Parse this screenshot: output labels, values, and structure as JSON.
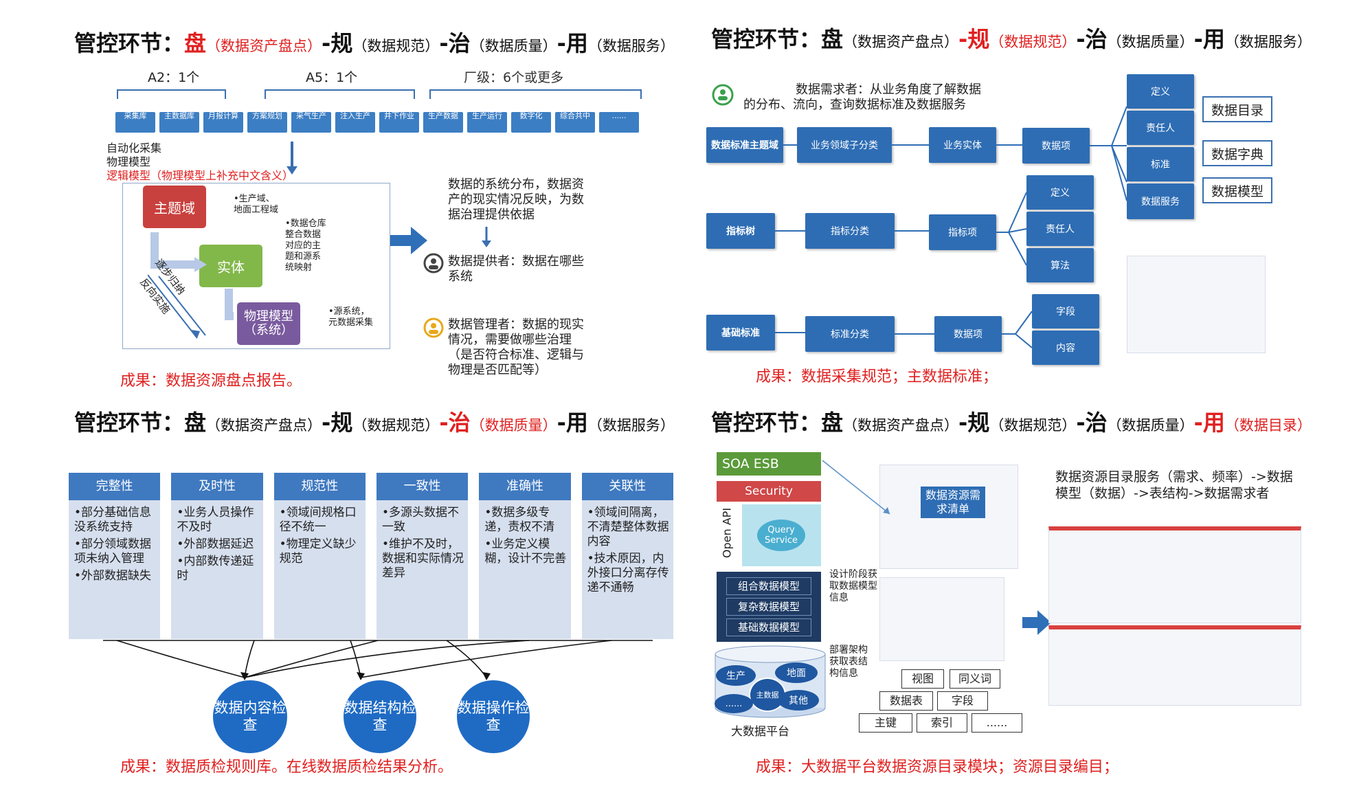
{
  "q1": {
    "title": {
      "prefix": "管控环节：",
      "pan": "盘",
      "pan_sub": "（数据资产盘点）",
      "gui": "-规",
      "gui_sub": "（数据规范）",
      "zhi": "-治",
      "zhi_sub": "（数据质量）",
      "yong": "-用",
      "yong_sub": "（数据服务）"
    },
    "groups": [
      "A2：1个",
      "A5：1个",
      "厂级：6个或更多"
    ],
    "phases": [
      "采集库",
      "主数据库",
      "月报计算",
      "方案规划",
      "采气生产",
      "注入生产",
      "井下作业",
      "生产数据",
      "生产运行",
      "数字化",
      "综合共中",
      "......"
    ],
    "left_notes": [
      "自动化采集",
      "物理模型",
      "逻辑模型（物理模型上补充中文含义）"
    ],
    "box_zhuti": "主题域",
    "box_shiti": "实体",
    "box_wuli": "物理模型（系统）",
    "note1": "•生产域、地面工程域",
    "note2": "•数据仓库整合数据对应的主题和源系统映射",
    "note3": "•源系统，元数据采集",
    "arrow_up": "逐步归纳",
    "arrow_down": "反向实施",
    "right1": "数据的系统分布，数据资产的现实情况反映，为数据治理提供依据",
    "right2": "数据提供者：数据在哪些系统",
    "right3": "数据管理者：数据的现实情况，需要做哪些治理（是否符合标准、逻辑与物理是否匹配等）",
    "result": "成果：数据资源盘点报告。"
  },
  "q2": {
    "title": {
      "prefix": "管控环节：",
      "pan": "盘",
      "pan_sub": "（数据资产盘点）",
      "gui": "-规",
      "gui_sub": "（数据规范）",
      "zhi": "-治",
      "zhi_sub": "（数据质量）",
      "yong": "-用",
      "yong_sub": "（数据服务）"
    },
    "requester": "数据需求者：从业务角度了解数据的分布、流向，查询数据标准及数据服务",
    "row1": [
      "数据标准主题域",
      "业务领域子分类",
      "业务实体",
      "数据项"
    ],
    "row1_right": [
      "定义",
      "责任人",
      "标准",
      "数据服务"
    ],
    "labels": [
      "数据目录",
      "数据字典",
      "数据模型"
    ],
    "row2": [
      "指标树",
      "指标分类",
      "指标项"
    ],
    "row2_right": [
      "定义",
      "责任人",
      "算法"
    ],
    "row3": [
      "基础标准",
      "标准分类",
      "数据项"
    ],
    "row3_right": [
      "字段",
      "内容"
    ],
    "result": "成果：数据采集规范；主数据标准；"
  },
  "q3": {
    "title": {
      "prefix": "管控环节：",
      "pan": "盘",
      "pan_sub": "（数据资产盘点）",
      "gui": "-规",
      "gui_sub": "（数据规范）",
      "zhi": "-治",
      "zhi_sub": "（数据质量）",
      "yong": "-用",
      "yong_sub": "（数据服务）"
    },
    "columns": [
      {
        "head": "完整性",
        "items": [
          "•部分基础信息没系统支持",
          "•部分领域数据项未纳入管理",
          "•外部数据缺失"
        ]
      },
      {
        "head": "及时性",
        "items": [
          "•业务人员操作不及时",
          "•外部数据延迟",
          "•内部数传递延时"
        ]
      },
      {
        "head": "规范性",
        "items": [
          "•领域间规格口径不统一",
          "•物理定义缺少规范"
        ]
      },
      {
        "head": "一致性",
        "items": [
          "•多源头数据不一致",
          "•维护不及时，数据和实际情况差异"
        ]
      },
      {
        "head": "准确性",
        "items": [
          "•数据多级专递，责权不清",
          "•业务定义模糊，设计不完善"
        ]
      },
      {
        "head": "关联性",
        "items": [
          "•领域间隔离，不清楚整体数据内容",
          "•技术原因，内外接口分离存传递不通畅"
        ]
      }
    ],
    "circles": [
      "数据内容检查",
      "数据结构检查",
      "数据操作检查"
    ],
    "result": "成果：数据质检规则库。在线数据质检结果分析。"
  },
  "q4": {
    "title": {
      "prefix": "管控环节：",
      "pan": "盘",
      "pan_sub": "（数据资产盘点）",
      "gui": "-规",
      "gui_sub": "（数据规范）",
      "zhi": "-治",
      "zhi_sub": "（数据质量）",
      "yong": "-用",
      "yong_sub": "（数据目录）"
    },
    "soa": "SOA ESB",
    "security": "Security",
    "openapi": "Open API",
    "query": "Query Service",
    "models": [
      "组合数据模型",
      "复杂数据模型",
      "基础数据模型"
    ],
    "platform": [
      "生产",
      "地面",
      "主数据",
      "其他",
      "......"
    ],
    "platform_label": "大数据平台",
    "catalog_box": "数据资源需求清单",
    "design_note": "设计阶段获取数据模型信息",
    "deploy_note": "部署架构获取表结构信息",
    "schema": [
      "视图",
      "同义词",
      "数据表",
      "字段",
      "主键",
      "索引",
      "......"
    ],
    "right_text": "数据资源目录服务（需求、频率）->数据模型（数据）->表结构->数据需求者",
    "result": "成果：大数据平台数据资源目录模块；资源目录编目；"
  }
}
